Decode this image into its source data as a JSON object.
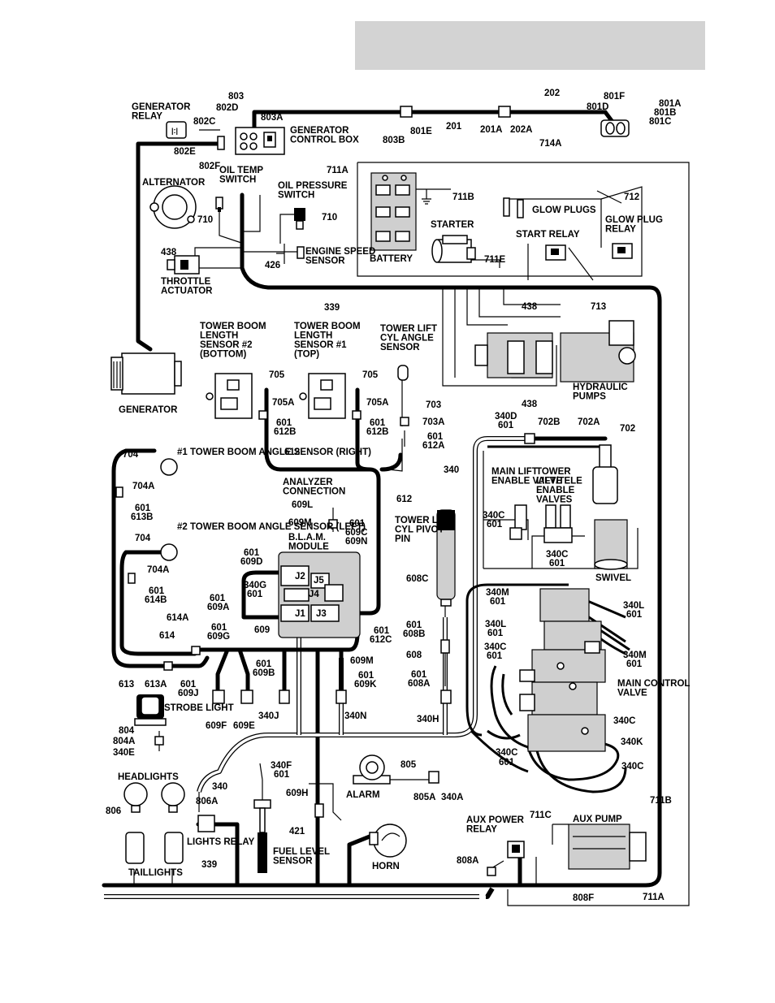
{
  "labels": {
    "generator_relay": "GENERATOR RELAY",
    "generator_control_box": "GENERATOR CONTROL BOX",
    "alternator": "ALTERNATOR",
    "oil_temp_switch": "OIL TEMP SWITCH",
    "oil_pressure_switch": "OIL PRESSURE SWITCH",
    "throttle_actuator": "THROTTLE ACTUATOR",
    "engine_speed_sensor": "ENGINE SPEED SENSOR",
    "battery": "BATTERY",
    "starter": "STARTER",
    "start_relay": "START RELAY",
    "glow_plugs": "GLOW PLUGS",
    "glow_plug_relay": "GLOW PLUG RELAY",
    "generator": "GENERATOR",
    "tbl_sensor_2": "TOWER BOOM LENGTH SENSOR #2 (BOTTOM)",
    "tbl_sensor_1": "TOWER BOOM LENGTH SENSOR #1 (TOP)",
    "tower_lift_cyl_angle_sensor": "TOWER LIFT CYL ANGLE SENSOR",
    "hydraulic_pumps": "HYDRAULIC PUMPS",
    "tba_sensor_right": "#1 TOWER BOOM ANGLE SENSOR (RIGHT)",
    "tba_sensor_left": "#2 TOWER BOOM ANGLE SENSOR (LEFT)",
    "analyzer_connection": "ANALYZER CONNECTION",
    "blam_module": "B.L.A.M. MODULE",
    "tower_lift_cyl_pivot_pin": "TOWER LIFT CYL PIVOT PIN",
    "main_lift_enable_valve": "MAIN LIFT ENABLE VALVE",
    "tower_lift_tele_enable_valves": "TOWER LIFT/TELE ENABLE VALVES",
    "swivel": "SWIVEL",
    "main_control_valve": "MAIN CONTROL VALVE",
    "strobe_light": "STROBE LIGHT",
    "headlights": "HEADLIGHTS",
    "lights_relay": "LIGHTS RELAY",
    "taillights": "TAILLIGHTS",
    "fuel_level_sensor": "FUEL LEVEL SENSOR",
    "alarm": "ALARM",
    "horn": "HORN",
    "aux_power_relay": "AUX POWER RELAY",
    "aux_pump": "AUX PUMP",
    "j1": "J1",
    "j2": "J2",
    "j3": "J3",
    "j4": "J4",
    "j5": "J5"
  },
  "wire_numbers": {
    "w803": "803",
    "w802D": "802D",
    "w803A": "803A",
    "w802C": "802C",
    "w802E": "802E",
    "w802F": "802F",
    "w803B": "803B",
    "w801E": "801E",
    "w201": "201",
    "w201A": "201A",
    "w202A": "202A",
    "w202": "202",
    "w801F": "801F",
    "w801D": "801D",
    "w801A": "801A",
    "w801B": "801B",
    "w801C": "801C",
    "w714A": "714A",
    "w711A_top": "711A",
    "w711B_top": "711B",
    "w712": "712",
    "w710_a": "710",
    "w710_b": "710",
    "w438_a": "438",
    "w426": "426",
    "w711E": "711E",
    "w713": "713",
    "w339_a": "339",
    "w438_b": "438",
    "w438_c": "438",
    "w705_a": "705",
    "w705_b": "705",
    "w705A_a": "705A",
    "w705A_b": "705A",
    "w601_612B_a": "601",
    "w612B_a": "612B",
    "w601_612B_b": "601",
    "w612B_b": "612B",
    "w703": "703",
    "w703A": "703A",
    "w601_612A": "601",
    "w612A": "612A",
    "w612_a": "612",
    "w612_b": "612",
    "w340D": "340D",
    "w601_340D": "601",
    "w702B": "702B",
    "w702A": "702A",
    "w702": "702",
    "w340_a": "340",
    "w704_a": "704",
    "w704A_a": "704A",
    "w601_613B": "601",
    "w613B": "613B",
    "w609L": "609L",
    "w609M_a": "609M",
    "w601_609C": "601",
    "w609C": "609C",
    "w609N": "609N",
    "w340C_a": "340C",
    "w601_340C_a": "601",
    "w340C_b": "340C",
    "w601_340C_b": "601",
    "w704_b": "704",
    "w704A_b": "704A",
    "w601_609D": "601",
    "w609D": "609D",
    "w340G": "340G",
    "w601_340G": "601",
    "w601_614B": "601",
    "w614B": "614B",
    "w601_609A": "601",
    "w609A": "609A",
    "w608C": "608C",
    "w340M_a": "340M",
    "w601_340M_a": "601",
    "w340L_a": "340L",
    "w601_340L_a": "601",
    "w340L_b": "340L",
    "w601_340L_b": "601",
    "w340M_b": "340M",
    "w601_340M_b": "601",
    "w614A": "614A",
    "w601_609G": "601",
    "w609G": "609G",
    "w614": "614",
    "w609_a": "609",
    "w601_612C": "601",
    "w612C": "612C",
    "w601_608B": "601",
    "w608B": "608B",
    "w608": "608",
    "w340C_c": "340C",
    "w601_340C_c": "601",
    "w613": "613",
    "w613A": "613A",
    "w601_609J": "601",
    "w609J": "609J",
    "w601_609B": "601",
    "w609B": "609B",
    "w609M_b": "609M",
    "w601_609K": "601",
    "w609K": "609K",
    "w601_608A": "601",
    "w608A": "608A",
    "w609F": "609F",
    "w609E": "609E",
    "w340J": "340J",
    "w340N": "340N",
    "w340H": "340H",
    "w340C_d": "340C",
    "w340K": "340K",
    "w340C_e": "340C",
    "w340C_f": "340C",
    "w601_340C_f": "601",
    "w804": "804",
    "w804A": "804A",
    "w340E": "340E",
    "w340_b": "340",
    "w340F": "340F",
    "w601_340F": "601",
    "w805": "805",
    "w805A": "805A",
    "w340A": "340A",
    "w806": "806",
    "w806A": "806A",
    "w609H": "609H",
    "w421": "421",
    "w711C": "711C",
    "w711B_bot": "711B",
    "w808A": "808A",
    "w339_b": "339",
    "w808F": "808F",
    "w711A_bot": "711A"
  }
}
